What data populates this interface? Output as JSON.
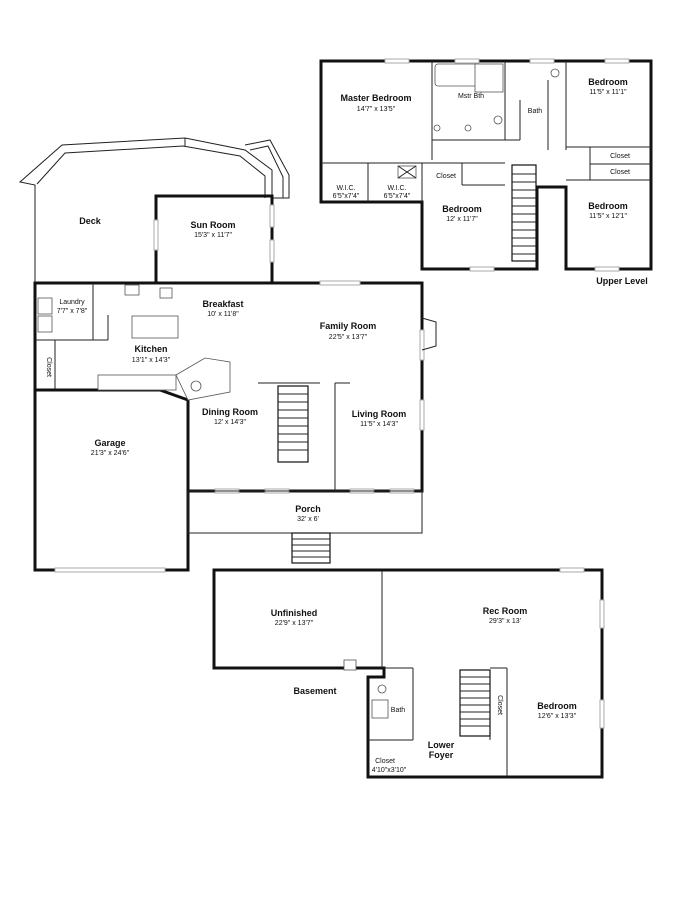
{
  "levels": {
    "upper": "Upper Level",
    "basement": "Basement"
  },
  "rooms": {
    "master_bedroom": {
      "name": "Master Bedroom",
      "dims": "14'7\" x 13'5\""
    },
    "mstr_bth": {
      "name": "Mstr Bth"
    },
    "bath_upper": {
      "name": "Bath"
    },
    "bedroom_ne": {
      "name": "Bedroom",
      "dims": "11'5\" x 11'1\""
    },
    "closet_upper_1": {
      "name": "Closet"
    },
    "closet_upper_2": {
      "name": "Closet"
    },
    "bedroom_se": {
      "name": "Bedroom",
      "dims": "11'5\" x 12'1\""
    },
    "wic_1": {
      "name": "W.I.C.",
      "dims": "6'5\"x7'4\""
    },
    "wic_2": {
      "name": "W.I.C.",
      "dims": "6'5\"x7'4\""
    },
    "closet_upper_3": {
      "name": "Closet"
    },
    "bedroom_upper_mid": {
      "name": "Bedroom",
      "dims": "12' x 11'7\""
    },
    "deck": {
      "name": "Deck"
    },
    "sun_room": {
      "name": "Sun Room",
      "dims": "15'3\" x 11'7\""
    },
    "laundry": {
      "name": "Laundry",
      "dims": "7'7\" x 7'8\""
    },
    "breakfast": {
      "name": "Breakfast",
      "dims": "10' x 11'8\""
    },
    "family_room": {
      "name": "Family Room",
      "dims": "22'5\" x 13'7\""
    },
    "kitchen": {
      "name": "Kitchen",
      "dims": "13'1\" x 14'3\""
    },
    "closet_main": {
      "name": "Closet"
    },
    "dining_room": {
      "name": "Dining Room",
      "dims": "12' x 14'3\""
    },
    "living_room": {
      "name": "Living Room",
      "dims": "11'5\" x 14'3\""
    },
    "garage": {
      "name": "Garage",
      "dims": "21'3\" x 24'6\""
    },
    "porch": {
      "name": "Porch",
      "dims": "32' x 6'"
    },
    "unfinished": {
      "name": "Unfinished",
      "dims": "22'9\" x 13'7\""
    },
    "rec_room": {
      "name": "Rec Room",
      "dims": "29'3\" x 13'"
    },
    "bath_lower": {
      "name": "Bath"
    },
    "closet_lower_1": {
      "name": "Closet"
    },
    "bedroom_lower": {
      "name": "Bedroom",
      "dims": "12'6\" x 13'3\""
    },
    "lower_foyer": {
      "name": "Lower",
      "name2": "Foyer"
    },
    "closet_lower_2": {
      "name": "Closet",
      "dims": "4'10\"x3'10\""
    }
  }
}
